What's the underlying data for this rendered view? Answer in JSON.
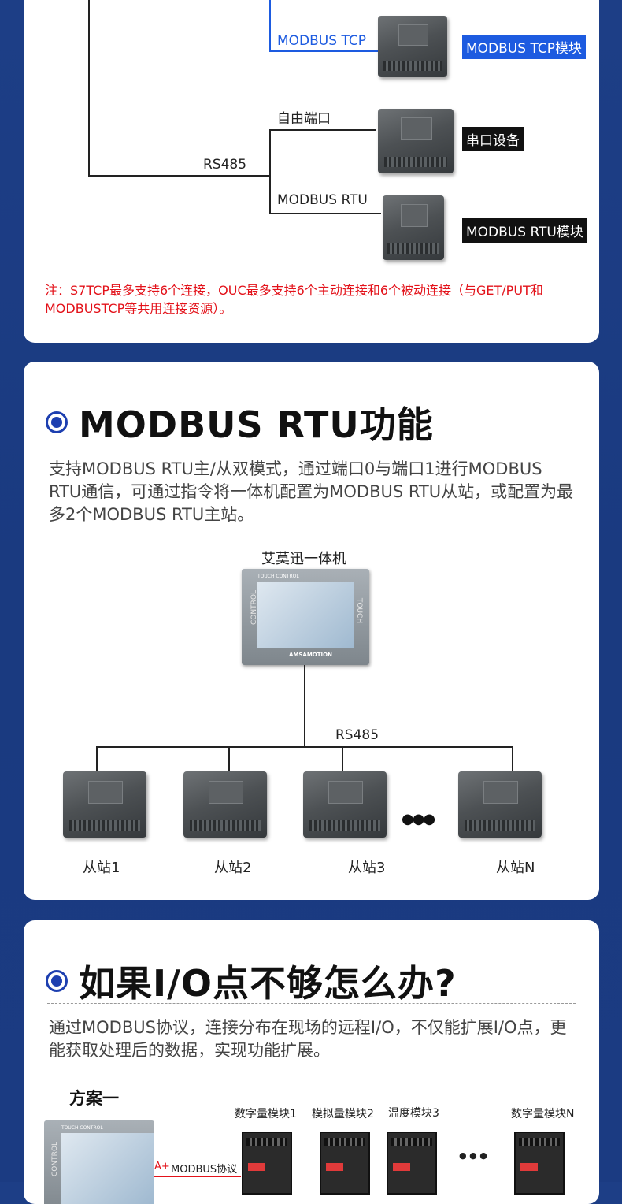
{
  "network_section": {
    "modbus_tcp_line_label": "MODBUS TCP",
    "modbus_tcp_tag": "MODBUS TCP模块",
    "free_port_label": "自由端口",
    "serial_tag": "串口设备",
    "rs485_label": "RS485",
    "modbus_rtu_line_label": "MODBUS RTU",
    "modbus_rtu_tag": "MODBUS RTU模块",
    "note": "注：S7TCP最多支持6个连接，OUC最多支持6个主动连接和6个被动连接（与GET/PUT和MODBUSTCP等共用连接资源）。",
    "colors": {
      "tcp_blue": "#1d5be0",
      "tag_black": "#111111",
      "note_red": "#e3121a"
    }
  },
  "rtu_section": {
    "title": "MODBUS RTU功能",
    "description": "支持MODBUS RTU主/从双模式，通过端口0与端口1进行MODBUS RTU通信，可通过指令将一体机配置为MODBUS RTU从站，或配置为最多2个MODBUS RTU主站。",
    "hmi_label": "艾莫迅一体机",
    "hmi_header": "TOUCH CONTROL",
    "hmi_brand": "AMSAMOTION",
    "hmi_side_left": "CONTROL",
    "hmi_side_right": "TOUCH",
    "bus_label": "RS485",
    "ellipsis": "●●●",
    "slaves": [
      "从站1",
      "从站2",
      "从站3",
      "从站N"
    ]
  },
  "io_section": {
    "title": "如果I/O点不够怎么办?",
    "description": "通过MODBUS协议，连接分布在现场的远程I/O，不仅能扩展I/O点，更能获取处理后的数据，实现功能扩展。",
    "scheme_label": "方案一",
    "modules": [
      "数字量模块1",
      "模拟量模块2",
      "温度模块3",
      "数字量模块N"
    ],
    "ellipsis": "● ● ●",
    "bus_prefix": "A+",
    "bus_label": "MODBUS协议",
    "hmi_header": "TOUCH CONTROL",
    "hmi_side_left": "CONTROL"
  }
}
